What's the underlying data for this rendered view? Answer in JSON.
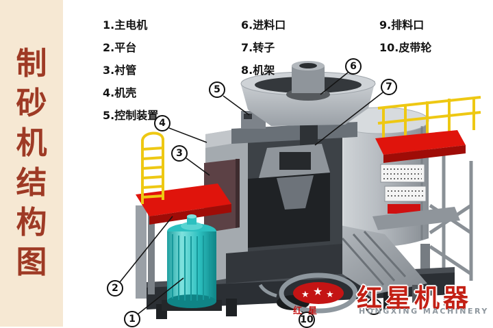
{
  "sidebar": {
    "chars": [
      "制",
      "砂",
      "机",
      "结",
      "构",
      "图"
    ]
  },
  "legend": {
    "columns": [
      {
        "items": [
          "1.主电机",
          "2.平台",
          "3.衬管",
          "4.机壳",
          "5.控制装置"
        ]
      },
      {
        "items": [
          "6.进料口",
          "7.转子",
          "8.机架"
        ]
      },
      {
        "items": [
          "9.排料口",
          "10.皮带轮"
        ]
      }
    ]
  },
  "callouts": [
    "1",
    "2",
    "3",
    "4",
    "5",
    "6",
    "7",
    "9",
    "10"
  ],
  "watermark": {
    "brand_cn": "红星机器",
    "brand_en": "HONGXING MACHINERY",
    "mini": "红星",
    "star": "★"
  },
  "colors": {
    "accent_red": "#e0140c",
    "motor_teal": "#2cc0c0",
    "rail_yellow": "#eec813",
    "sidebar_text": "#9e3a25",
    "logo_red": "#c41414"
  }
}
